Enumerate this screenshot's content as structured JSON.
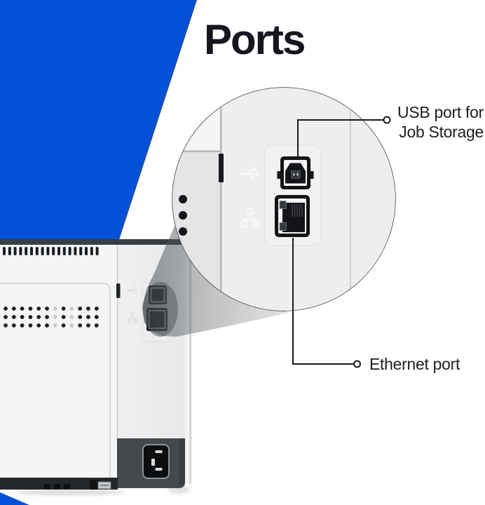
{
  "page": {
    "title": "Ports"
  },
  "colors": {
    "accent_blue": "#0550d9",
    "text_ink": "#16161f",
    "callout_line": "#17191b",
    "printer_light_gray": "#f4f5f6",
    "magnifier_fill": "#eaebed"
  },
  "callouts": {
    "usb": {
      "line1": "USB port for",
      "line2": "Job Storage"
    },
    "ethernet": {
      "label": "Ethernet port"
    }
  },
  "icons": {
    "magnifier_panel": [
      "usb-icon",
      "ethernet-network-icon"
    ],
    "ports_depicted": [
      "USB Type-B port",
      "Ethernet RJ45 port"
    ]
  }
}
